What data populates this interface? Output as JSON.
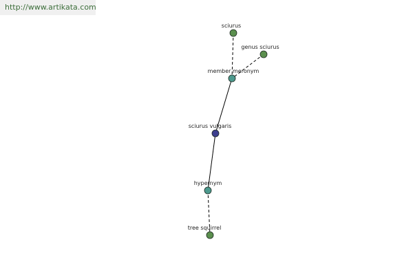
{
  "url": "http://www.artikata.com",
  "colors": {
    "leaf": "#5b8f4e",
    "relation": "#4d9a8e",
    "center": "#3d3f8f"
  },
  "nodes": [
    {
      "id": "sciurus",
      "label": "sciurus",
      "kind": "leaf"
    },
    {
      "id": "genus_sciurus",
      "label": "genus sciurus",
      "kind": "leaf"
    },
    {
      "id": "member_meronym",
      "label": "member meronym",
      "kind": "relation"
    },
    {
      "id": "sciurus_vulgaris",
      "label": "sciurus vulgaris",
      "kind": "center"
    },
    {
      "id": "hypernym",
      "label": "hypernym",
      "kind": "relation"
    },
    {
      "id": "tree_squirrel",
      "label": "tree squirrel",
      "kind": "leaf"
    }
  ],
  "edges": [
    {
      "from": "sciurus",
      "to": "member_meronym",
      "style": "dashed"
    },
    {
      "from": "genus_sciurus",
      "to": "member_meronym",
      "style": "dashed"
    },
    {
      "from": "member_meronym",
      "to": "sciurus_vulgaris",
      "style": "solid"
    },
    {
      "from": "sciurus_vulgaris",
      "to": "hypernym",
      "style": "solid"
    },
    {
      "from": "hypernym",
      "to": "tree_squirrel",
      "style": "dashed"
    }
  ]
}
